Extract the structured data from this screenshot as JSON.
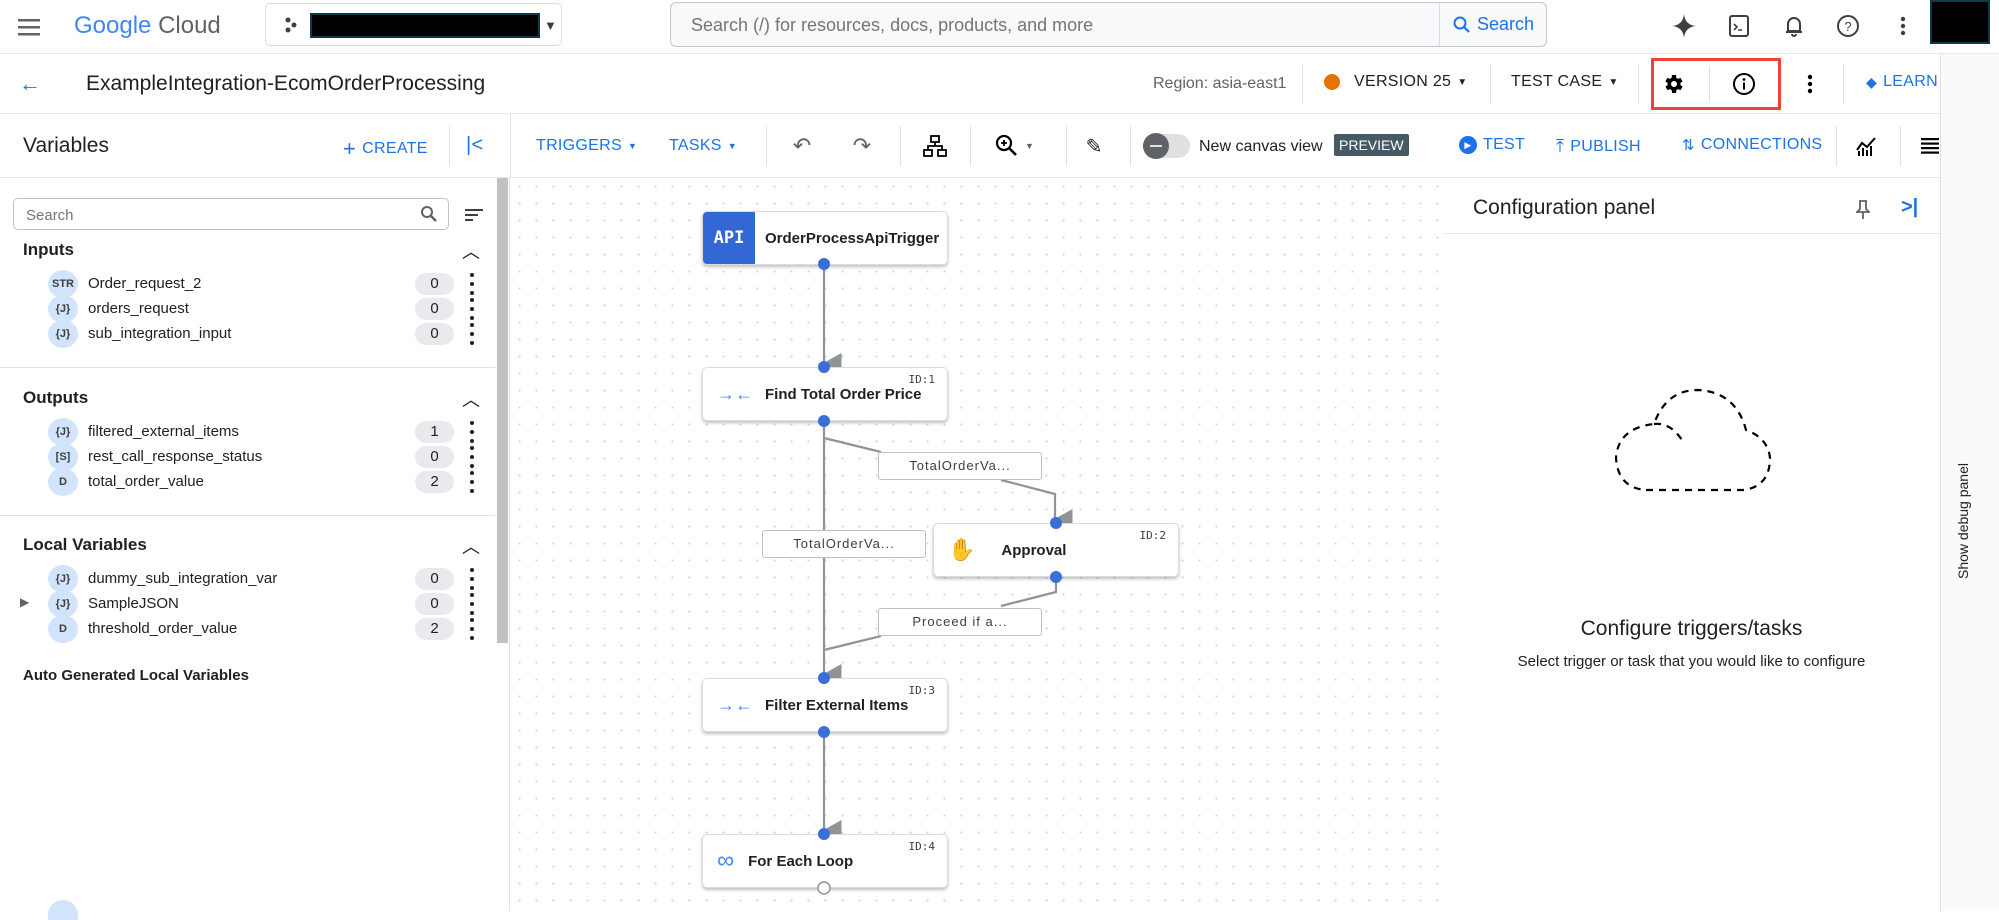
{
  "header": {
    "brand": {
      "google": "Google",
      "cloud": "Cloud"
    },
    "search_placeholder": "Search (/) for resources, docs, products, and more",
    "search_button": "Search",
    "icons": [
      "menu-icon",
      "project-icon",
      "sparkle-icon",
      "terminal-icon",
      "bell-icon",
      "help-icon",
      "more-vert-icon"
    ]
  },
  "integration_bar": {
    "title": "ExampleIntegration-EcomOrderProcessing",
    "region": "Region: asia-east1",
    "version": "VERSION 25",
    "version_status_color": "#e37400",
    "test_case": "TEST CASE",
    "learn": "LEARN",
    "highlight_color": "#ea4335"
  },
  "toolbar": {
    "triggers": "TRIGGERS",
    "tasks": "TASKS",
    "new_canvas_view": "New canvas view",
    "preview_badge": "PREVIEW",
    "test": "TEST",
    "publish": "PUBLISH",
    "connections": "CONNECTIONS",
    "toggle_on": false
  },
  "variables": {
    "title": "Variables",
    "create": "CREATE",
    "search_placeholder": "Search",
    "sections": [
      {
        "title": "Inputs",
        "items": [
          {
            "type": "STR",
            "name": "Order_request_2",
            "count": "0"
          },
          {
            "type": "{J}",
            "name": "orders_request",
            "count": "0"
          },
          {
            "type": "{J}",
            "name": "sub_integration_input",
            "count": "0"
          }
        ]
      },
      {
        "title": "Outputs",
        "items": [
          {
            "type": "{J}",
            "name": "filtered_external_items",
            "count": "1"
          },
          {
            "type": "[S]",
            "name": "rest_call_response_status",
            "count": "0"
          },
          {
            "type": "D",
            "name": "total_order_value",
            "count": "2"
          }
        ]
      },
      {
        "title": "Local Variables",
        "items": [
          {
            "type": "{J}",
            "name": "dummy_sub_integration_var",
            "count": "0"
          },
          {
            "type": "{J}",
            "name": "SampleJSON",
            "count": "0",
            "expandable": true
          },
          {
            "type": "D",
            "name": "threshold_order_value",
            "count": "2"
          }
        ]
      },
      {
        "title": "Auto Generated Local Variables",
        "items": []
      }
    ]
  },
  "canvas": {
    "trigger": {
      "badge": "API",
      "label": "OrderProcessApiTrigger"
    },
    "tasks": [
      {
        "id": "ID:1",
        "label": "Find Total Order Price",
        "icon": "data-mapping-icon"
      },
      {
        "id": "ID:2",
        "label": "Approval",
        "icon": "hand-icon"
      },
      {
        "id": "ID:3",
        "label": "Filter External Items",
        "icon": "data-mapping-icon"
      },
      {
        "id": "ID:4",
        "label": "For Each Loop",
        "icon": "infinity-icon"
      }
    ],
    "edge_labels": [
      "TotalOrderVa...",
      "TotalOrderVa...",
      "Proceed if a..."
    ]
  },
  "config_panel": {
    "title": "Configuration panel",
    "empty_title": "Configure triggers/tasks",
    "empty_subtitle": "Select trigger or task that you would like to configure"
  },
  "debug_panel": {
    "label": "Show debug panel"
  }
}
